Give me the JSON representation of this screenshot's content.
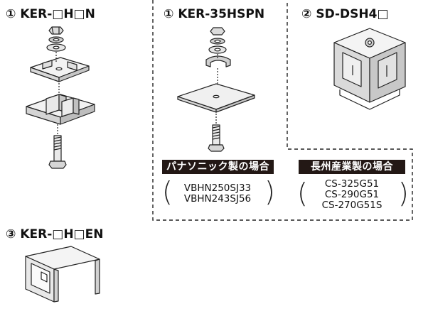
{
  "items": [
    {
      "num": "①",
      "code": "KER-□H□N"
    },
    {
      "num": "①",
      "code": "KER-35HSPN"
    },
    {
      "num": "②",
      "code": "SD-DSH4□"
    },
    {
      "num": "③",
      "code": "KER-□H□EN"
    }
  ],
  "panasonic": {
    "header": "パナソニック製の場合",
    "models": [
      "VBHN250SJ33",
      "VBHN243SJ56"
    ]
  },
  "choshu": {
    "header": "長州産業製の場合",
    "models": [
      "CS-325G51",
      "CS-290G51",
      "CS-270G51S"
    ]
  }
}
